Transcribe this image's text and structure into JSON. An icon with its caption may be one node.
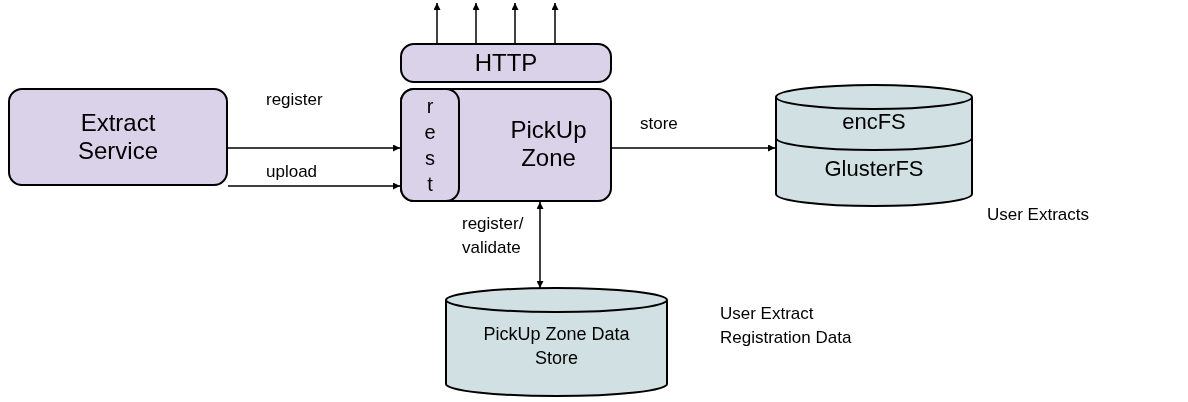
{
  "diagram": {
    "nodes": [
      {
        "text": [
          "Extract Service"
        ]
      },
      {
        "text": [
          "HTTP"
        ]
      },
      {
        "text": [
          "PickUp Zone"
        ]
      },
      {
        "text": [
          "rest"
        ],
        "in": 2
      },
      {
        "text": [
          "encFS",
          "GlusterFS"
        ],
        "beside": [
          "User Extracts"
        ]
      },
      {
        "text": [
          "PickUp Zone Data Store"
        ],
        "beside": [
          "User Extract Registration Data"
        ]
      }
    ],
    "edges": [
      {
        "from": 0,
        "to": 3,
        "arrow": "to",
        "label": "register"
      },
      {
        "from": 0,
        "to": 3,
        "arrow": "to",
        "label": "upload"
      },
      {
        "from": 1,
        "to": null,
        "arrow": "to"
      },
      {
        "from": 1,
        "to": null,
        "arrow": "to"
      },
      {
        "from": 1,
        "to": null,
        "arrow": "to"
      },
      {
        "from": 1,
        "to": null,
        "arrow": "to"
      },
      {
        "from": 2,
        "to": 4,
        "arrow": "to",
        "label": "store"
      },
      {
        "from": 2,
        "to": 5,
        "arrow": "both",
        "label": "register/validate"
      }
    ]
  }
}
